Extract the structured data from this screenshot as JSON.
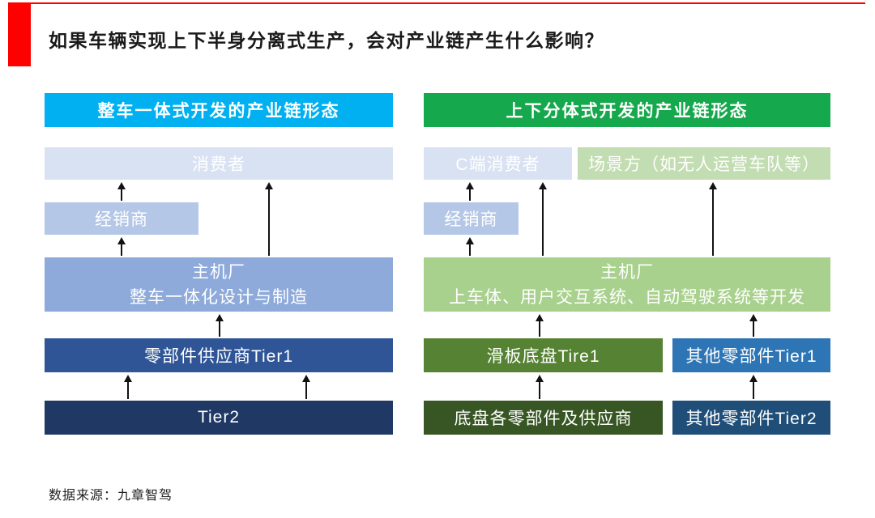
{
  "title": "如果车辆实现上下半身分离式生产，会对产业链产生什么影响？",
  "footer": {
    "source": "数据来源：九章智驾"
  },
  "colors": {
    "accent_red": "#FE0000",
    "cyan_header": "#00B0F0",
    "green_header": "#16A84C",
    "pale_blue": "#D9E2F3",
    "pale_green": "#C2DDB2",
    "light_blue": "#B4C7E7",
    "medium_blue": "#8EAADB",
    "light_green": "#A9D18E",
    "strong_blue": "#2F5597",
    "navy": "#1F3864",
    "medium_green": "#568233",
    "dark_green": "#375623",
    "bright_blue": "#2E75B6",
    "dark_blue": "#1F4E79"
  },
  "left_chain": {
    "header": "整车一体式开发的产业链形态",
    "consumer": "消费者",
    "dealer": "经销商",
    "oem_line1": "主机厂",
    "oem_line2": "整车一体化设计与制造",
    "tier1": "零部件供应商Tier1",
    "tier2": "Tier2"
  },
  "right_chain": {
    "header": "上下分体式开发的产业链形态",
    "c_consumer": "C端消费者",
    "scene_party": "场景方（如无人运营车队等）",
    "dealer": "经销商",
    "oem_line1": "主机厂",
    "oem_line2": "上车体、用户交互系统、自动驾驶系统等开发",
    "skateboard_tier1": "滑板底盘Tire1",
    "other_tier1": "其他零部件Tier1",
    "chassis_suppliers": "底盘各零部件及供应商",
    "other_tier2": "其他零部件Tier2"
  }
}
